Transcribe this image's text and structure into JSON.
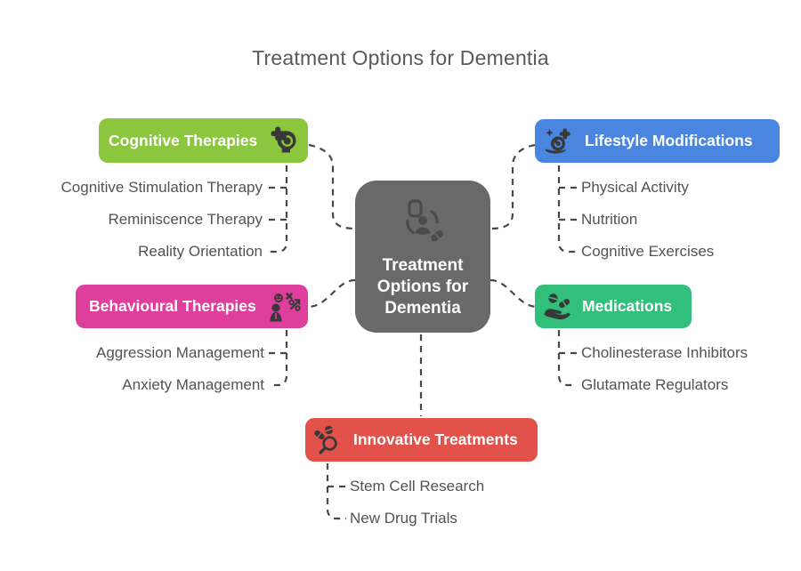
{
  "title": "Treatment Options for Dementia",
  "center": {
    "label": "Treatment Options for Dementia",
    "color": "#696969",
    "icon": "patient-care-icon"
  },
  "branches": [
    {
      "id": "cognitive-therapies",
      "label": "Cognitive Therapies",
      "color": "#8CC63F",
      "icon": "head-plus-icon",
      "icon_side": "right",
      "items": [
        "Cognitive Stimulation Therapy",
        "Reminiscence Therapy",
        "Reality Orientation"
      ]
    },
    {
      "id": "lifestyle-modifications",
      "label": "Lifestyle Modifications",
      "color": "#4A86E0",
      "icon": "wellness-sparkle-icon",
      "icon_side": "left",
      "items": [
        "Physical Activity",
        "Nutrition",
        "Cognitive Exercises"
      ]
    },
    {
      "id": "behavioural-therapies",
      "label": "Behavioural Therapies",
      "color": "#DE3F9D",
      "icon": "behaviour-person-icon",
      "icon_side": "right",
      "items": [
        "Aggression Management",
        "Anxiety Management"
      ]
    },
    {
      "id": "medications",
      "label": "Medications",
      "color": "#32BE7B",
      "icon": "hand-pills-icon",
      "icon_side": "left",
      "items": [
        "Cholinesterase Inhibitors",
        "Glutamate Regulators"
      ]
    },
    {
      "id": "innovative-treatments",
      "label": "Innovative Treatments",
      "color": "#E2514A",
      "icon": "pill-search-icon",
      "icon_side": "left",
      "items": [
        "Stem Cell Research",
        "New Drug Trials"
      ]
    }
  ],
  "colors": {
    "connector": "#474747",
    "title_text": "#595959",
    "leaf_text": "#525252",
    "node_text": "#ffffff",
    "icon_dark": "#383838"
  }
}
